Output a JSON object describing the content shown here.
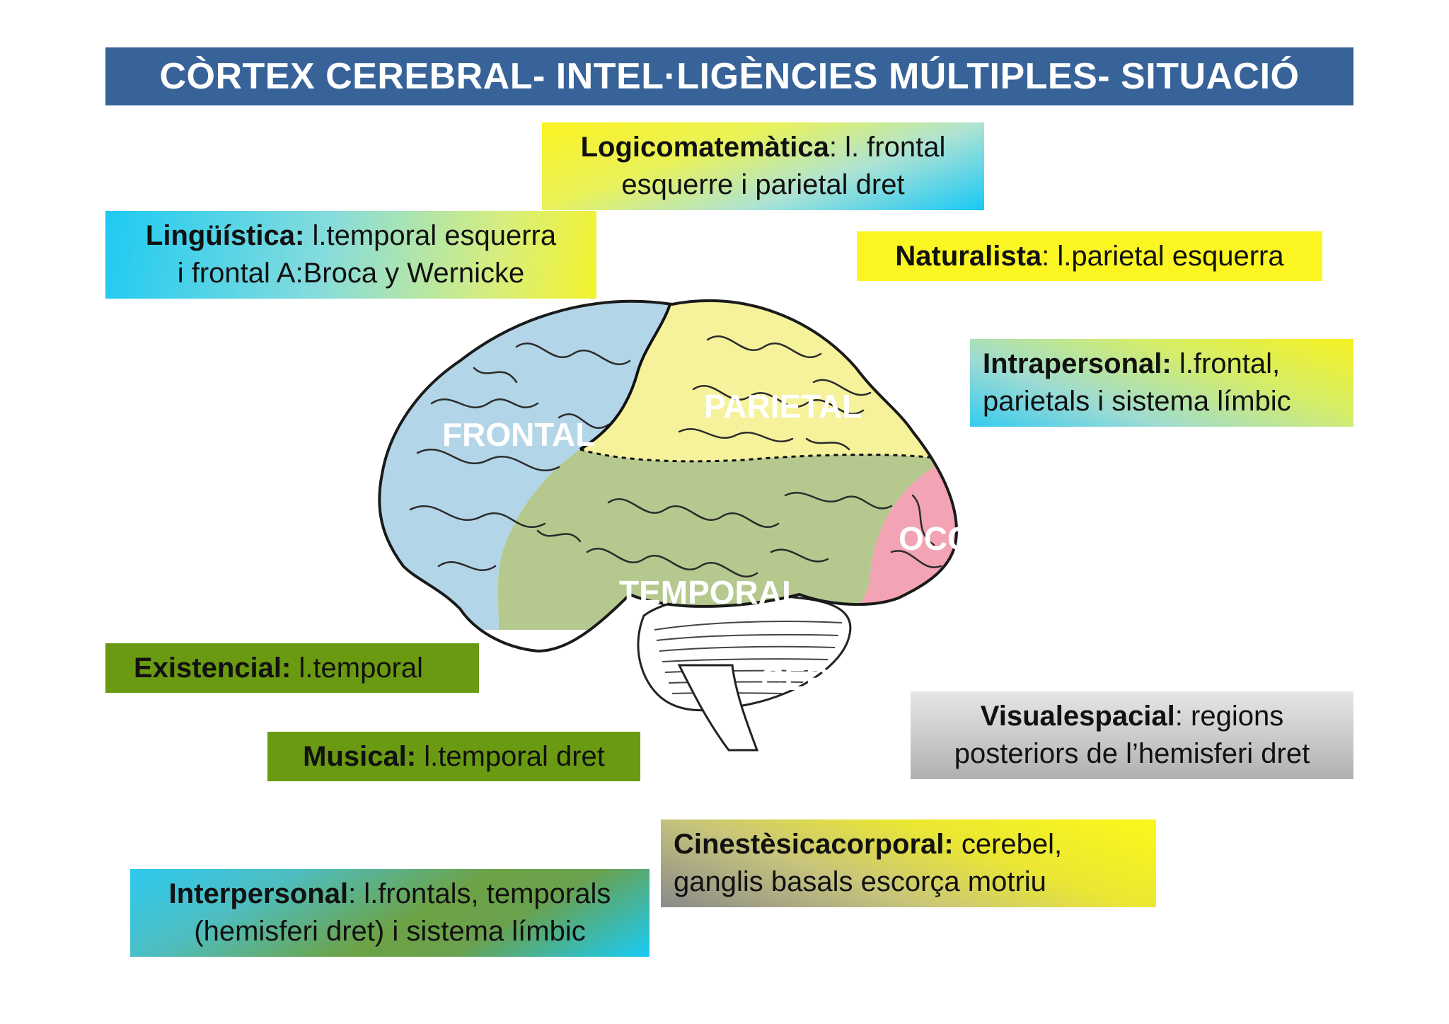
{
  "title": "CÒRTEX CEREBRAL- INTEL·LIGÈNCIES MÚLTIPLES- SITUACIÓ",
  "boxes": {
    "logico": {
      "bold": "Logicomatemàtica",
      "rest_line1": ": l. frontal",
      "line2": "esquerre i parietal dret"
    },
    "linguistica": {
      "bold": "Lingüística:",
      "rest_line1": " l.temporal esquerra",
      "line2": "i frontal A:Broca y Wernicke"
    },
    "naturalista": {
      "bold": "Naturalista",
      "rest_line1": ": l.parietal esquerra"
    },
    "intrapersonal": {
      "bold": "Intrapersonal:",
      "rest_line1": " l.frontal,",
      "line2": "parietals i sistema límbic"
    },
    "existencial": {
      "bold": "Existencial:",
      "rest_line1": " l.temporal"
    },
    "musical": {
      "bold": "Musical:",
      "rest_line1": " l.temporal dret"
    },
    "visual": {
      "bold": "Visualespacial",
      "rest_line1": ": regions",
      "line2": "posteriors de l’hemisferi dret"
    },
    "cinestesica": {
      "bold": "Cinestèsicacorporal:",
      "rest_line1": " cerebel,",
      "line2": "ganglis basals escorça motriu"
    },
    "interpersonal": {
      "bold": "Interpersonal",
      "rest_line1": ": l.frontals, temporals",
      "line2": "(hemisferi dret) i sistema límbic"
    }
  },
  "lobes": {
    "frontal": "FRONTAL",
    "parietal": "PARIETAL",
    "temporal": "TEMPORAL",
    "occipital": "OCCIPI",
    "cerebel": "CEREBEL"
  },
  "colors": {
    "banner": "#376399",
    "frontal": "#b3d5e8",
    "parietal": "#f6f29c",
    "temporal": "#b5c98f",
    "occipital": "#f2a3b4",
    "cerebel": "#ffffff",
    "green_box": "#6a9a12",
    "yellow_box": "#fbf522"
  }
}
